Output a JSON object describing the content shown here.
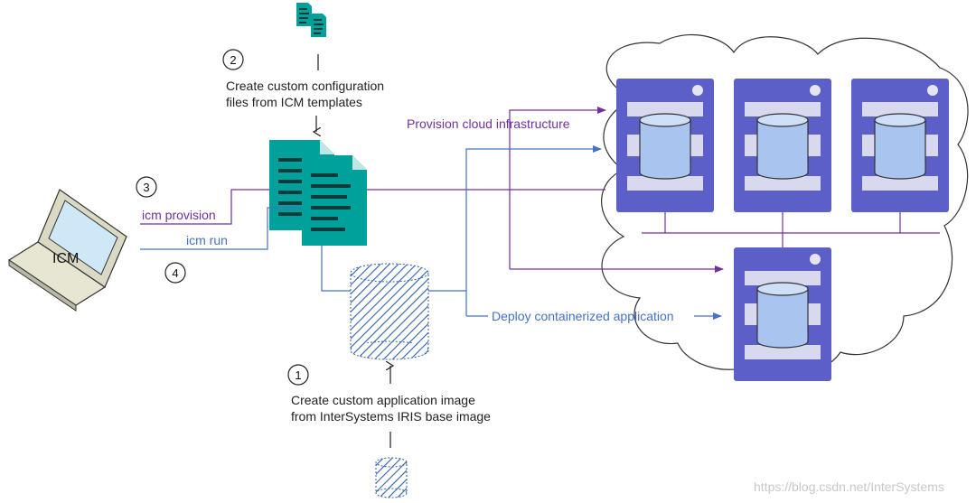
{
  "diagram": {
    "steps": {
      "step1": {
        "number": "1",
        "line1": "Create custom application image",
        "line2": "from InterSystems IRIS base image"
      },
      "step2": {
        "number": "2",
        "line1": "Create custom configuration",
        "line2": "files from ICM templates"
      },
      "step3": {
        "number": "3",
        "command": "icm provision"
      },
      "step4": {
        "number": "4",
        "command": "icm run"
      }
    },
    "laptop_label": "ICM",
    "provision_label": "Provision cloud infrastructure",
    "deploy_label": "Deploy containerized application",
    "watermark": "https://blog.csdn.net/InterSystems",
    "colors": {
      "purple": "#7030a0",
      "blue": "#4472c4",
      "teal": "#00a19a",
      "server": "#5b5fc7",
      "disk_hatch": "#2f5fb3"
    }
  }
}
